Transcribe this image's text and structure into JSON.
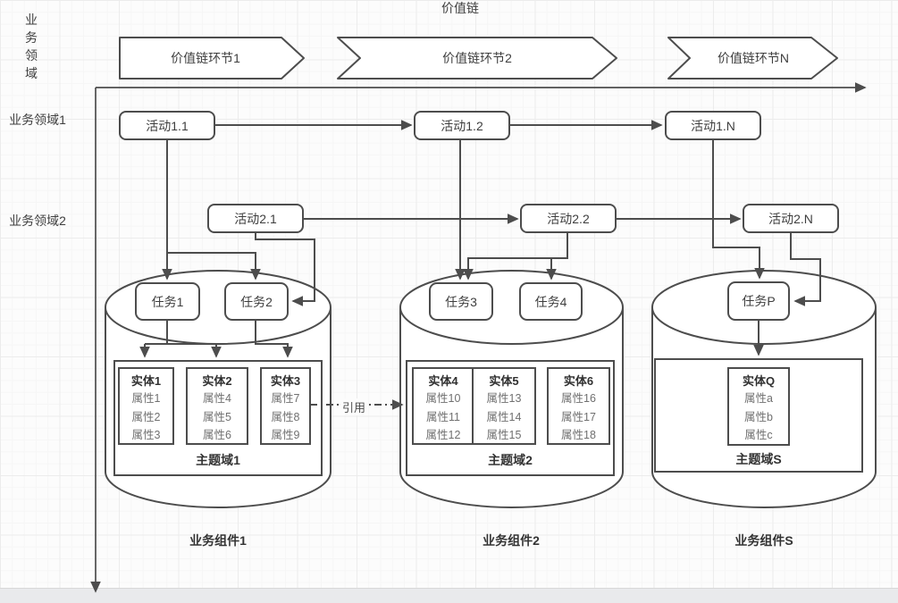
{
  "value_chain": {
    "title": "价值链",
    "links": [
      {
        "label": "价值链环节1"
      },
      {
        "label": "价值链环节2"
      },
      {
        "label": "价值链环节N"
      }
    ]
  },
  "axis": {
    "vertical_label": "业务领域",
    "row_labels": [
      "业务领域1",
      "业务领域2"
    ]
  },
  "activities": {
    "row1": [
      "活动1.1",
      "活动1.2",
      "活动1.N"
    ],
    "row2": [
      "活动2.1",
      "活动2.2",
      "活动2.N"
    ]
  },
  "components": [
    {
      "label": "业务组件1",
      "tasks": [
        "任务1",
        "任务2"
      ],
      "domain": "主题域1",
      "entities": [
        {
          "name": "实体1",
          "attrs": [
            "属性1",
            "属性2",
            "属性3"
          ]
        },
        {
          "name": "实体2",
          "attrs": [
            "属性4",
            "属性5",
            "属性6"
          ]
        },
        {
          "name": "实体3",
          "attrs": [
            "属性7",
            "属性8",
            "属性9"
          ]
        }
      ]
    },
    {
      "label": "业务组件2",
      "tasks": [
        "任务3",
        "任务4"
      ],
      "domain": "主题域2",
      "entities": [
        {
          "name": "实体4",
          "attrs": [
            "属性10",
            "属性11",
            "属性12"
          ]
        },
        {
          "name": "实体5",
          "attrs": [
            "属性13",
            "属性14",
            "属性15"
          ]
        },
        {
          "name": "实体6",
          "attrs": [
            "属性16",
            "属性17",
            "属性18"
          ]
        }
      ]
    },
    {
      "label": "业务组件S",
      "tasks": [
        "任务P"
      ],
      "domain": "主题域S",
      "entities": [
        {
          "name": "实体Q",
          "attrs": [
            "属性a",
            "属性b",
            "属性c"
          ]
        }
      ]
    }
  ],
  "annotations": {
    "reference": "引用"
  },
  "colors": {
    "stroke": "#4d4d4d",
    "text": "#3e3e3e",
    "attr_text": "#707070",
    "scroll_band": "#e9eaec"
  }
}
